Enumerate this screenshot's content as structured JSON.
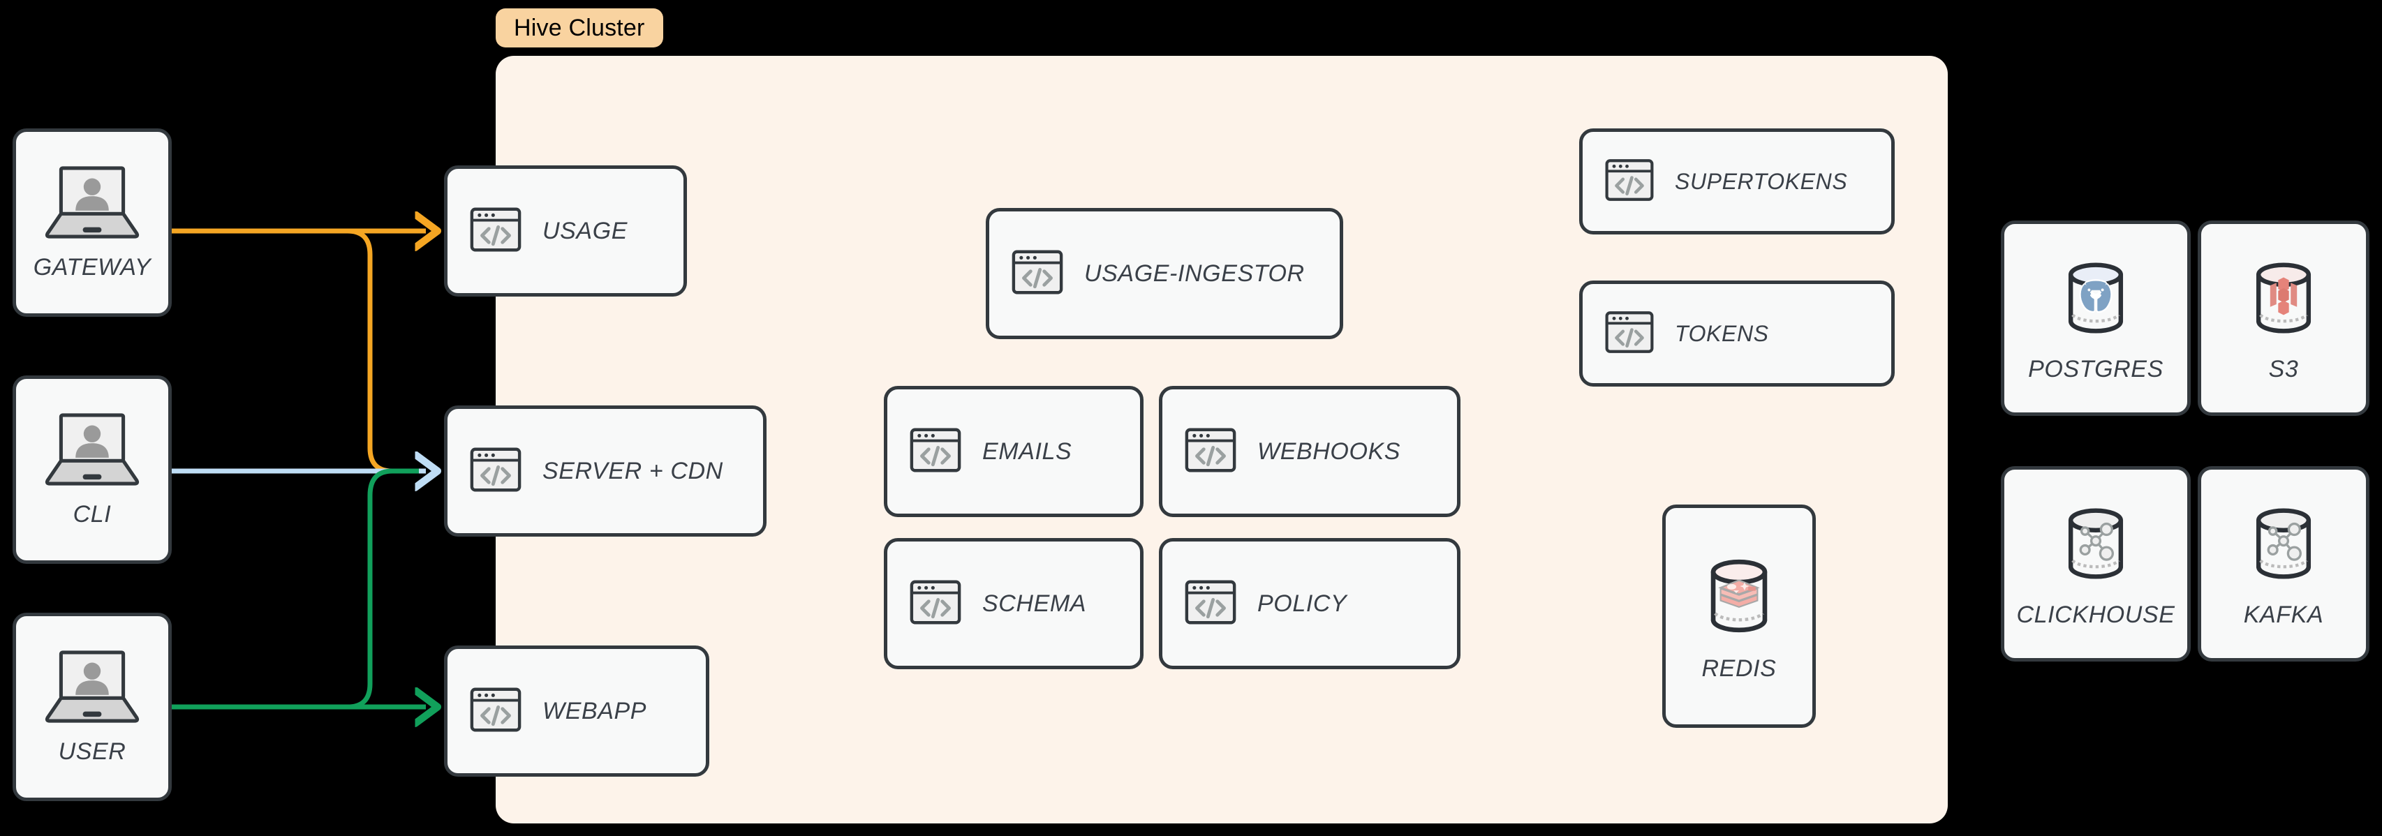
{
  "cluster": {
    "badge_label": "Hive Cluster",
    "background_color": "#FDF3EA",
    "badge_color": "#F9D3A0"
  },
  "palette": {
    "page_background": "#000000",
    "node_fill": "#F8F9F9",
    "node_border": "#33393E",
    "label_color": "#3A4048",
    "arrow_orange": "#F5A623",
    "arrow_blue": "#BFDDF5",
    "arrow_green": "#11A05B",
    "icon_gray": "#9AA0A0",
    "postgres_blue": "#7FA2C4",
    "s3_red": "#E5837A",
    "redis_pink": "#F2A6A0"
  },
  "clients": [
    {
      "label": "GATEWAY",
      "icon": "laptop-user-icon"
    },
    {
      "label": "CLI",
      "icon": "laptop-user-icon"
    },
    {
      "label": "USER",
      "icon": "laptop-user-icon"
    }
  ],
  "edge_services": [
    {
      "label": "USAGE",
      "icon": "code-window-icon"
    },
    {
      "label": "SERVER + CDN",
      "icon": "code-window-icon"
    },
    {
      "label": "WEBAPP",
      "icon": "code-window-icon"
    }
  ],
  "core_services": [
    {
      "label": "USAGE-INGESTOR",
      "icon": "code-window-icon"
    },
    {
      "label": "EMAILS",
      "icon": "code-window-icon"
    },
    {
      "label": "WEBHOOKS",
      "icon": "code-window-icon"
    },
    {
      "label": "SCHEMA",
      "icon": "code-window-icon"
    },
    {
      "label": "POLICY",
      "icon": "code-window-icon"
    }
  ],
  "auth_services": [
    {
      "label": "SUPERTOKENS",
      "icon": "code-window-icon"
    },
    {
      "label": "TOKENS",
      "icon": "code-window-icon"
    }
  ],
  "cluster_stores": [
    {
      "label": "REDIS",
      "icon": "redis-database-icon"
    }
  ],
  "external_stores": [
    {
      "label": "POSTGRES",
      "icon": "postgres-database-icon"
    },
    {
      "label": "S3",
      "icon": "s3-database-icon"
    },
    {
      "label": "CLICKHOUSE",
      "icon": "generic-database-icon"
    },
    {
      "label": "KAFKA",
      "icon": "generic-database-icon"
    }
  ],
  "connections": [
    {
      "from": "GATEWAY",
      "to": "USAGE",
      "color": "#F5A623"
    },
    {
      "from": "GATEWAY",
      "to": "SERVER + CDN",
      "color": "#F5A623"
    },
    {
      "from": "CLI",
      "to": "SERVER + CDN",
      "color": "#BFDDF5"
    },
    {
      "from": "USER",
      "to": "SERVER + CDN",
      "color": "#11A05B"
    },
    {
      "from": "USER",
      "to": "WEBAPP",
      "color": "#11A05B"
    }
  ]
}
